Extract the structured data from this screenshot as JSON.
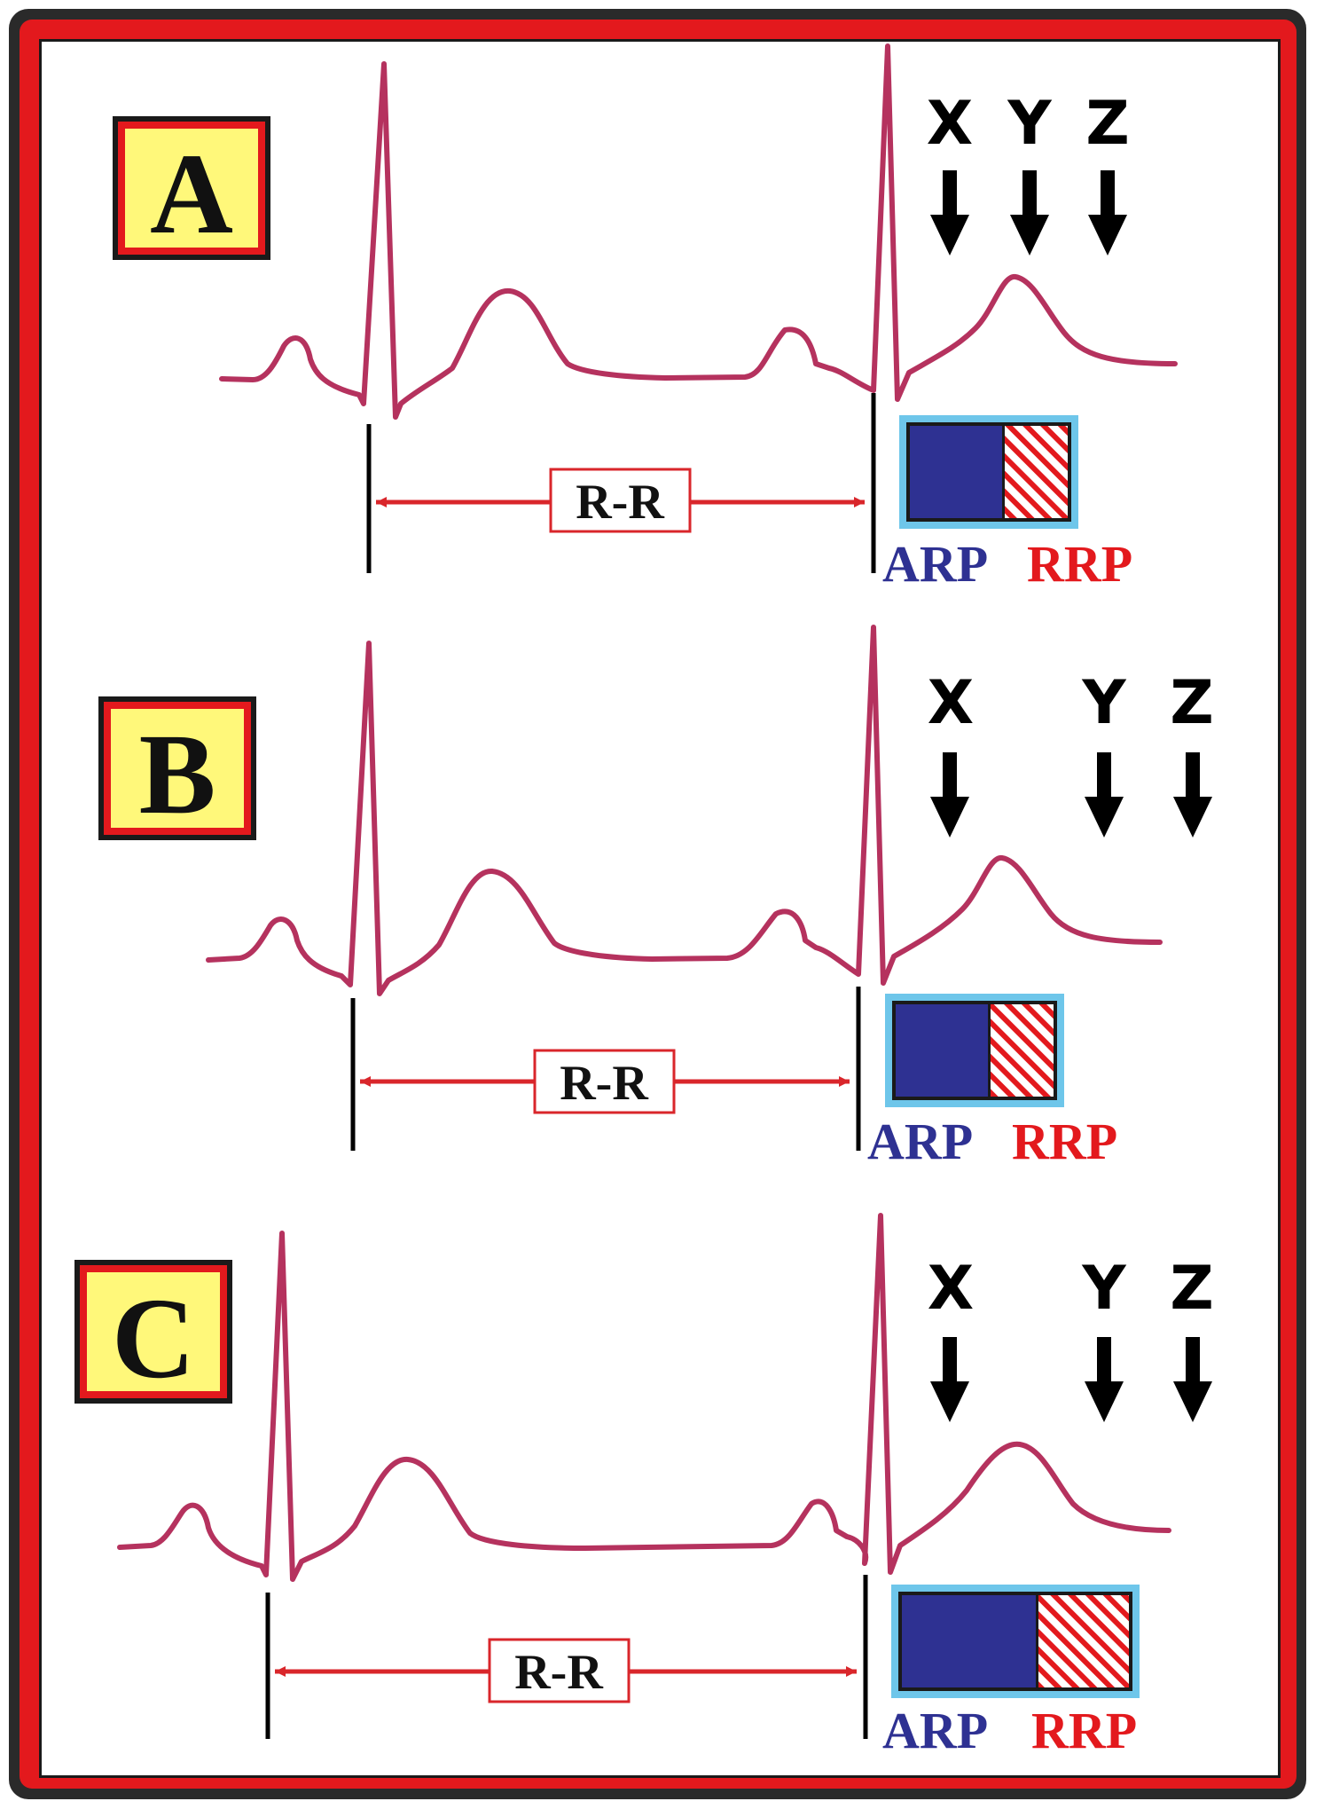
{
  "colors": {
    "frame_red": "#e3191d",
    "trace": "#b5325e",
    "arp_blue": "#2e3192",
    "rrp_red": "#e3191d",
    "box_outline": "#6ec6ea",
    "label_yellow": "#fff87a",
    "interval_red": "#d9262b"
  },
  "panels": [
    {
      "label": "A",
      "interval_label": "R-R",
      "arrows": [
        "X",
        "Y",
        "Z"
      ],
      "legend": {
        "arp": "ARP",
        "rrp": "RRP"
      }
    },
    {
      "label": "B",
      "interval_label": "R-R",
      "arrows": [
        "X",
        "Y",
        "Z"
      ],
      "legend": {
        "arp": "ARP",
        "rrp": "RRP"
      }
    },
    {
      "label": "C",
      "interval_label": "R-R",
      "arrows": [
        "X",
        "Y",
        "Z"
      ],
      "legend": {
        "arp": "ARP",
        "rrp": "RRP"
      }
    }
  ]
}
